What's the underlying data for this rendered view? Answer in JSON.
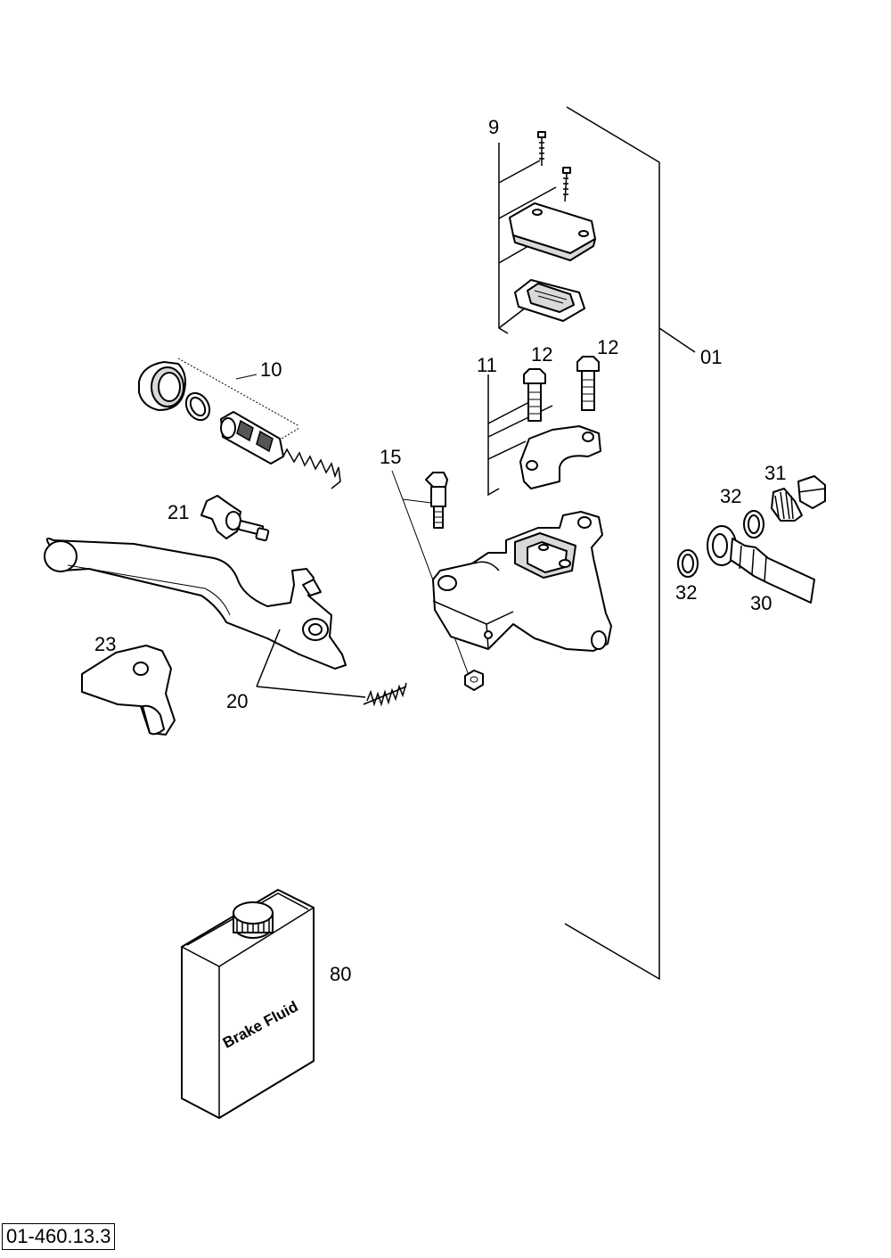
{
  "diagram": {
    "drawing_number": "01-460.13.3",
    "callouts": {
      "c01": "01",
      "c9": "9",
      "c10": "10",
      "c11": "11",
      "c12a": "12",
      "c12b": "12",
      "c15": "15",
      "c20": "20",
      "c21": "21",
      "c23": "23",
      "c30": "30",
      "c31": "31",
      "c32a": "32",
      "c32b": "32",
      "c80": "80"
    },
    "container_label": "Brake Fluid"
  }
}
